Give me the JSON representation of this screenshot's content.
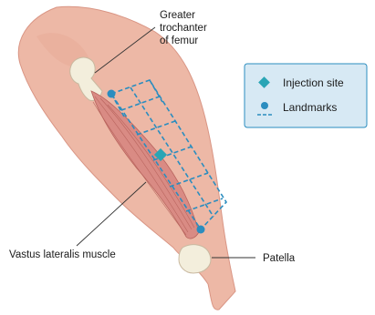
{
  "labels": {
    "trochanter_line1": "Greater",
    "trochanter_line2": "trochanter",
    "trochanter_line3": "of femur",
    "vastus": "Vastus lateralis muscle",
    "patella": "Patella"
  },
  "legend": {
    "injection_site": "Injection site",
    "landmarks": "Landmarks"
  },
  "colors": {
    "skin": "#edb8a6",
    "skin_shadow": "#d99584",
    "muscle": "#d98b84",
    "bone": "#f3eedc",
    "accent": "#2b8dbf",
    "legend_bg": "#d7e9f4"
  }
}
